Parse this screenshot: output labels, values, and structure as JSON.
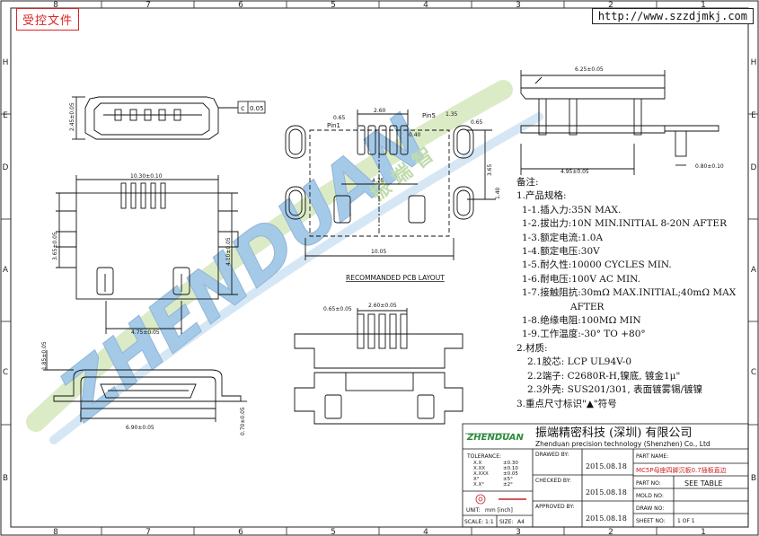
{
  "header": {
    "stamp": "受控文件",
    "website": "http://www.szzdjmkj.com"
  },
  "frame": {
    "cols_top": [
      "8",
      "7",
      "6",
      "5",
      "4",
      "3",
      "2",
      "1"
    ],
    "cols_bottom": [
      "8",
      "7",
      "6",
      "5",
      "4",
      "3",
      "2",
      "1"
    ],
    "rows_left": [
      "H",
      "E",
      "D",
      "A",
      "C",
      "B"
    ],
    "rows_right": [
      "H",
      "E",
      "D",
      "A",
      "C",
      "B"
    ]
  },
  "watermark": {
    "text": "ZHENDUAN",
    "sub": "振 端 智"
  },
  "dims": {
    "top_left_h": "2.45±0.05",
    "c_symbol": "c",
    "c_value": "0.05",
    "width_top": "10.30±0.10",
    "height_side": "3.65±0.05",
    "height_right": "4.10±0.05",
    "pin_pitch": "4.75±0.05",
    "side_h": "1.85±0.05",
    "bottom_w": "6.90±0.05",
    "right_small": "0.70±0.05",
    "pcb_065": "0.65",
    "pcb_260": "2.60",
    "pcb_pin1": "Pin1",
    "pcb_pin5": "Pin5",
    "pcb_135": "1.35",
    "pcb_065b": "0.65",
    "pcb_040": "0.40",
    "pcb_365": "3.65",
    "pcb_475": "4.75",
    "pcb_140": "1.40",
    "pcb_1005": "10.05",
    "pcb_title": "RECOMMANDED PCB LAYOUT",
    "btm_065": "0.65±0.05",
    "btm_260": "2.60±0.05",
    "r_width": "6.25±0.05",
    "r_495": "4.95±0.05",
    "r_080": "0.80±0.10"
  },
  "notes": [
    {
      "text": "备注:",
      "level": 0
    },
    {
      "text": "1.产品规格:",
      "level": 0
    },
    {
      "text": "1-1.插入力:35N MAX.",
      "level": 1
    },
    {
      "text": "1-2.拔出力:10N MIN.INITIAL 8-20N AFTER",
      "level": 1
    },
    {
      "text": "1-3.额定电流:1.0A",
      "level": 1
    },
    {
      "text": "1-4.额定电压:30V",
      "level": 1
    },
    {
      "text": "1-5.耐久性:10000 CYCLES MIN.",
      "level": 1
    },
    {
      "text": "1-6.耐电压:100V AC MIN.",
      "level": 1
    },
    {
      "text": "1-7.接触阻抗:30mΩ MAX.INITIAL;40mΩ MAX",
      "level": 1
    },
    {
      "text": "AFTER",
      "level": 3
    },
    {
      "text": "1-8.绝缘电阻:100MΩ MIN",
      "level": 1
    },
    {
      "text": "1-9.工作温度:-30° TO +80°",
      "level": 1
    },
    {
      "text": "2.材质:",
      "level": 0
    },
    {
      "text": "2.1胶芯: LCP UL94V-0",
      "level": 2
    },
    {
      "text": "2.2端子: C2680R-H,镍底, 镀金1μ\"",
      "level": 2
    },
    {
      "text": "2.3外壳: SUS201/301, 表面镀雾锡/镀镍",
      "level": 2
    },
    {
      "text": "3.重点尺寸标识\"▲\"符号",
      "level": 0
    }
  ],
  "title_block": {
    "logo": "ZHENDUAN",
    "company_cn": "振端精密科技 (深圳) 有限公司",
    "company_en": "Zhenduan precision technology (Shenzhen) Co., Ltd",
    "tolerance_label": "TOLERANCE:",
    "tolerances": [
      {
        "k": "X.X",
        "v": "±0.30"
      },
      {
        "k": "X.XX",
        "v": "±0.10"
      },
      {
        "k": "X.XXX",
        "v": "±0.05"
      },
      {
        "k": "X°",
        "v": "±5°"
      },
      {
        "k": "X.X°",
        "v": "±2°"
      }
    ],
    "drawn_by_label": "DRAWED BY:",
    "drawn_date": "2015.08.18",
    "checked_by_label": "CHECKED BY:",
    "checked_date": "2015.08.18",
    "approved_by_label": "APPROVED BY:",
    "approved_date": "2015.08.18",
    "part_name_label": "PART NAME:",
    "part_name": "MC5P母座四脚沉板0.7插板直边",
    "part_no_label": "PART NO:",
    "part_no": "SEE TABLE",
    "mold_no_label": "MOLD NO:",
    "draw_no_label": "DRAW NO:",
    "sheet_no_label": "SHEET NO:",
    "sheet_no": "1 OF 1",
    "unit_label": "UNIT:",
    "unit_value": "mm [inch]",
    "scale_label": "SCALE:",
    "scale_value": "1:1",
    "size_label": "SIZE:",
    "size_value": "A4"
  }
}
